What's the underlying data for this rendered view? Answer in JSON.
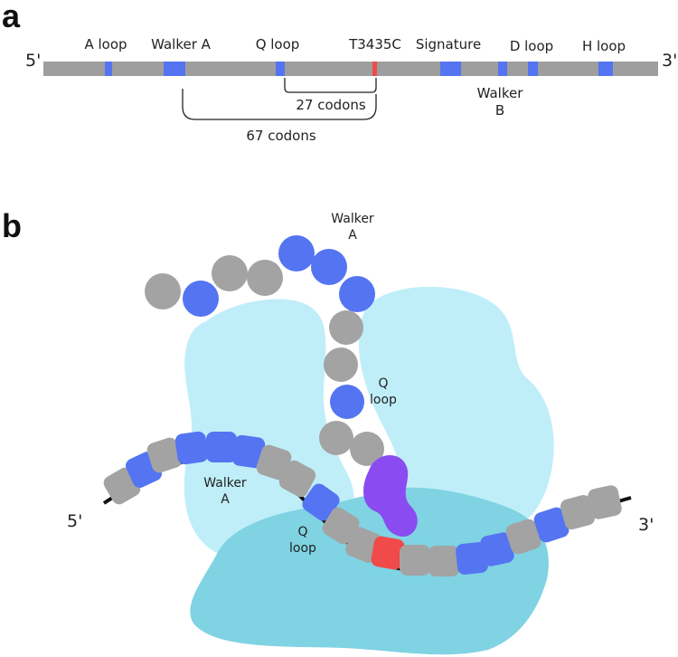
{
  "panel_a": {
    "letter": "a",
    "five_prime": "5'",
    "three_prime": "3'",
    "labels": {
      "a_loop": "A loop",
      "walker_a": "Walker A",
      "q_loop": "Q loop",
      "mutation": "T3435C",
      "signature": "Signature",
      "walker_b_line1": "Walker",
      "walker_b_line2": "B",
      "d_loop": "D loop",
      "h_loop": "H loop",
      "codons_27": "27 codons",
      "codons_67": "67 codons"
    }
  },
  "panel_b": {
    "letter": "b",
    "five_prime": "5'",
    "three_prime": "3'",
    "labels": {
      "walker_a_top_line1": "Walker",
      "walker_a_top_line2": "A",
      "q_loop_mid_line1": "Q",
      "q_loop_mid_line2": "loop",
      "walker_a_left_line1": "Walker",
      "walker_a_left_line2": "A",
      "q_loop_low_line1": "Q",
      "q_loop_low_line2": "loop"
    }
  },
  "colors": {
    "bar_gray": "#9e9e9e",
    "domain_blue": "#5474f2",
    "mutation_red": "#f04a4a",
    "ribosome_light": "#bfeef9",
    "ribosome_dark": "#7fd3e2",
    "nascent_gray": "#a3a3a3",
    "nascent_blue": "#5474f2",
    "purple": "#8a4cf0"
  }
}
